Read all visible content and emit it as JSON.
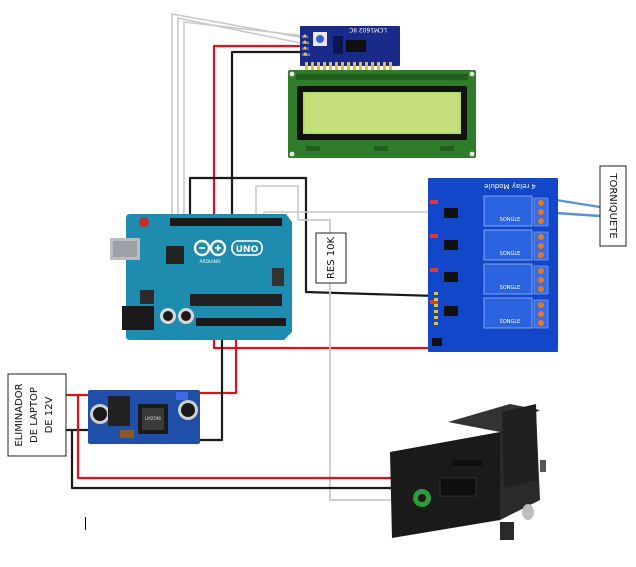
{
  "labels": {
    "eliminador_lines": [
      "ELIMINADOR",
      "DE LAPTOP",
      "DE 12V"
    ],
    "torniquete": "TORNIQUETE",
    "resistor": "RES 10K"
  },
  "modules": {
    "lcd_i2c": {
      "board_text": "LCM1602 IIC",
      "pins": [
        "GND",
        "VCC",
        "SDA",
        "SCL"
      ]
    },
    "arduino": {
      "board_text": "UNO",
      "brand_text": "ARDUINO"
    },
    "relay": {
      "title": "4 relay Module",
      "relay_text": "SONGLE",
      "count": 4
    },
    "buck": {
      "chip_text": "LM2596"
    }
  },
  "colors": {
    "wire_red": "#d9141a",
    "wire_black": "#1a1a1a",
    "wire_gray": "#c9c9c9",
    "wire_blue": "#5b8fd6",
    "arduino_blue": "#1e8cae",
    "relay_blue": "#1247c9",
    "lcd_screen": "#b7d86a",
    "lcd_pcb": "#2f7d2a",
    "buck_blue": "#1f4fa6"
  }
}
